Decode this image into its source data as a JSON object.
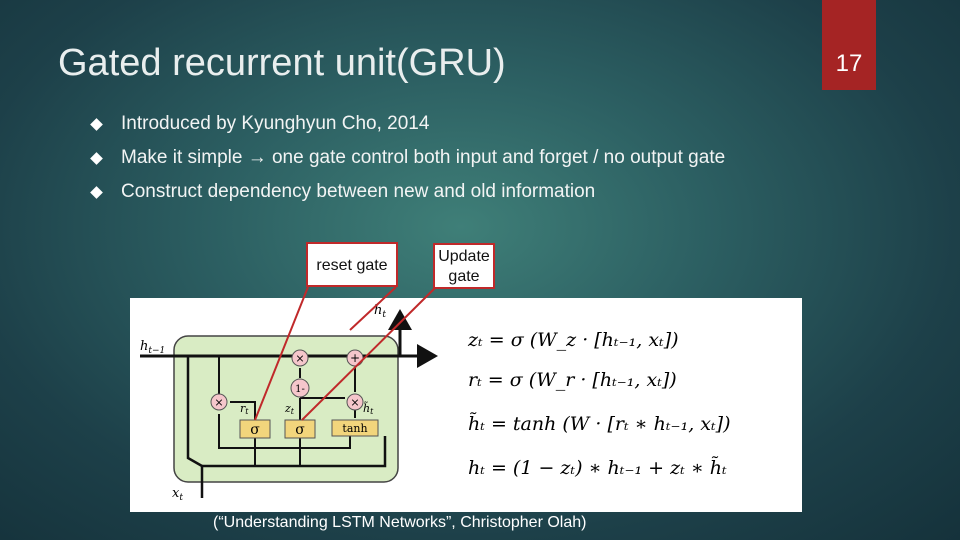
{
  "slide": {
    "title": "Gated recurrent unit(GRU)",
    "page_number": "17",
    "bullets": [
      "Introduced by Kyunghyun Cho, 2014",
      "Make it simple → one gate control both input and forget / no output gate",
      "Construct dependency between new and old information"
    ],
    "labels": {
      "reset_gate": "reset gate",
      "update_gate_line1": "Update",
      "update_gate_line2": "gate"
    },
    "diagram": {
      "h_prev": "h",
      "h_prev_sub": "t−1",
      "h_out": "h",
      "h_out_sub": "t",
      "x_in": "x",
      "x_in_sub": "t",
      "r_label": "r",
      "r_sub": "t",
      "z_label": "z",
      "z_sub": "t",
      "htilde_label": "h̃",
      "htilde_sub": "t",
      "sigma1": "σ",
      "sigma2": "σ",
      "tanh": "tanh",
      "mult_op": "×",
      "add_op": "+",
      "one_minus": "1-"
    },
    "equations": [
      "zₜ = σ (W_z · [hₜ₋₁, xₜ])",
      "rₜ = σ (W_r · [hₜ₋₁, xₜ])",
      "h̃ₜ = tanh (W · [rₜ ∗ hₜ₋₁, xₜ])",
      "hₜ = (1 − zₜ) ∗ hₜ₋₁ + zₜ ∗ h̃ₜ"
    ],
    "caption": "(“Understanding LSTM Networks”,  Christopher Olah)",
    "colors": {
      "accent_red": "#a52424",
      "cell_green": "#d9ecc4",
      "gate_yellow": "#f2d57c",
      "op_pink": "#f5c6cb"
    }
  }
}
